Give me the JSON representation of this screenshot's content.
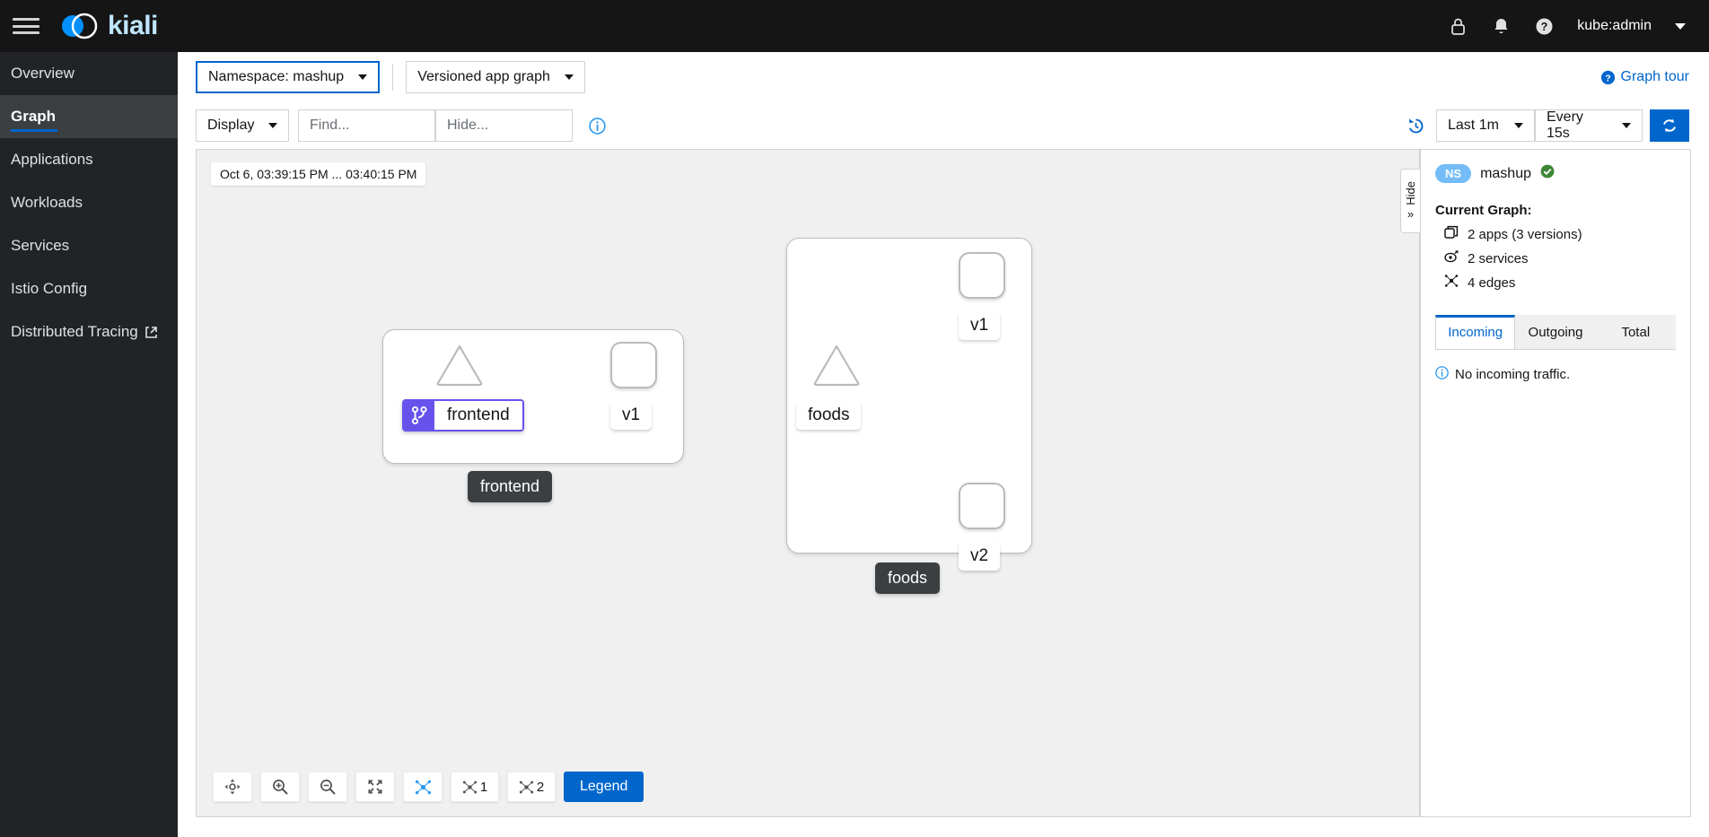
{
  "masthead": {
    "brand_text": "kiali",
    "icons": [
      "lock-icon",
      "bell-icon",
      "help-icon"
    ],
    "user": "kube:admin"
  },
  "sidebar": {
    "items": [
      {
        "label": "Overview",
        "active": false,
        "external": false
      },
      {
        "label": "Graph",
        "active": true,
        "external": false
      },
      {
        "label": "Applications",
        "active": false,
        "external": false
      },
      {
        "label": "Workloads",
        "active": false,
        "external": false
      },
      {
        "label": "Services",
        "active": false,
        "external": false
      },
      {
        "label": "Istio Config",
        "active": false,
        "external": false
      },
      {
        "label": "Distributed Tracing",
        "active": false,
        "external": true
      }
    ]
  },
  "toolbar": {
    "namespace_select": "Namespace: mashup",
    "graph_type_select": "Versioned app graph",
    "graph_tour": "Graph tour",
    "display_select": "Display",
    "find_placeholder": "Find...",
    "hide_placeholder": "Hide...",
    "find_value": "",
    "hide_value": "",
    "duration_select": "Last 1m",
    "refresh_select": "Every 15s"
  },
  "canvas": {
    "timestamp": "Oct 6, 03:39:15 PM ... 03:40:15 PM",
    "group_labels": {
      "frontend": "frontend",
      "foods": "foods"
    },
    "nodes": {
      "frontend_app_badge": "frontend",
      "frontend_v1": "v1",
      "foods_service": "foods",
      "foods_v1": "v1",
      "foods_v2": "v2"
    },
    "bottom_toolbar": {
      "layout1_label": "1",
      "layout2_label": "2",
      "legend_label": "Legend"
    }
  },
  "side_panel": {
    "hide_label": "Hide",
    "ns_badge": "NS",
    "namespace": "mashup",
    "current_graph_title": "Current Graph:",
    "stats": [
      {
        "icon": "apps-icon",
        "text": "2 apps (3 versions)"
      },
      {
        "icon": "services-icon",
        "text": "2 services"
      },
      {
        "icon": "edges-icon",
        "text": "4 edges"
      }
    ],
    "tabs": [
      {
        "label": "Incoming",
        "active": true
      },
      {
        "label": "Outgoing",
        "active": false
      },
      {
        "label": "Total",
        "active": false
      }
    ],
    "empty_message": "No incoming traffic."
  },
  "colors": {
    "accent_blue": "#0066cc",
    "masthead_bg": "#151515",
    "sidebar_bg": "#212427",
    "badge_purple": "#6753ec",
    "ns_badge_blue": "#73bcf7",
    "status_green": "#3e8635"
  }
}
